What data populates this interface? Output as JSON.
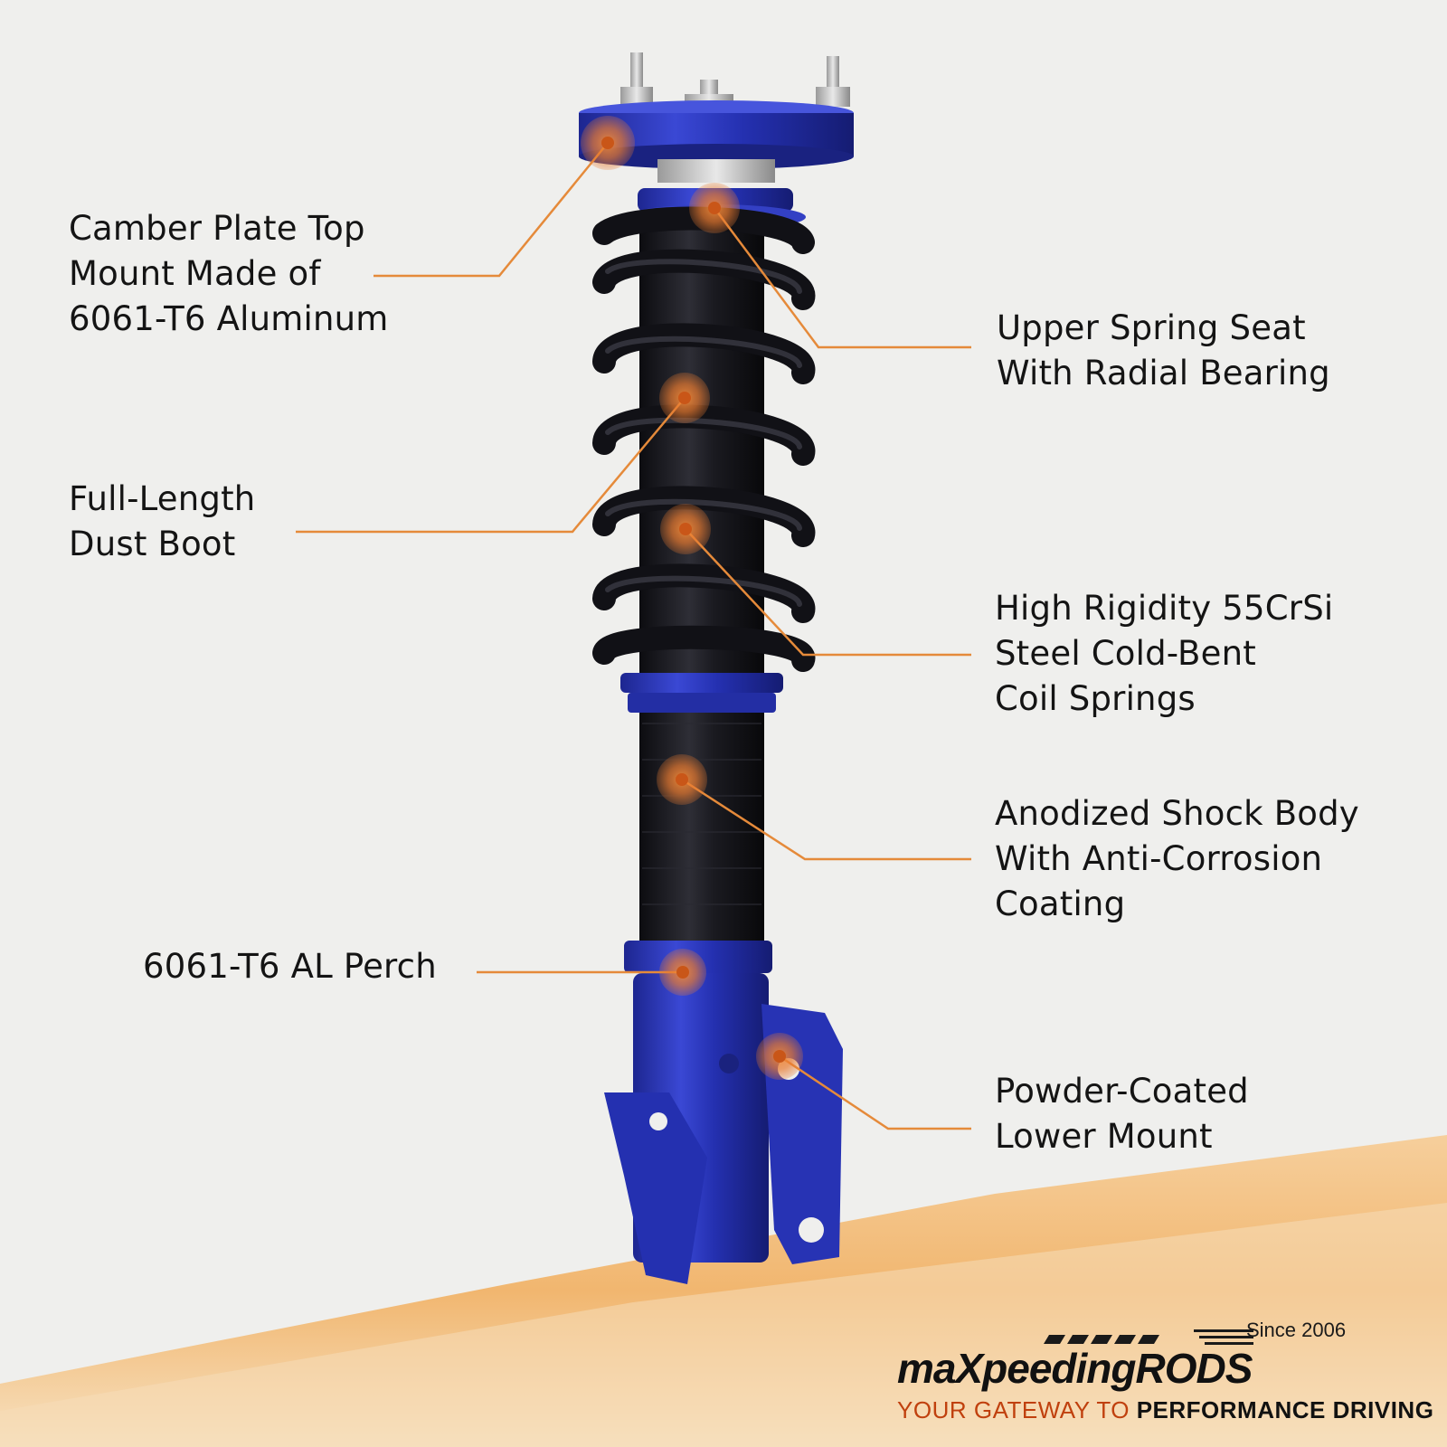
{
  "colors": {
    "background": "#efefed",
    "accent_orange": "#e07a2c",
    "leader_line": "#e58a3a",
    "coilover_blue": "#2a35b8",
    "spring_black": "#141418",
    "label_text": "#141414"
  },
  "callouts": [
    {
      "id": "camber-plate",
      "lines": [
        "Camber Plate Top",
        "Mount Made of",
        "6061-T6 Aluminum"
      ]
    },
    {
      "id": "upper-spring-seat",
      "lines": [
        "Upper Spring Seat",
        "With Radial Bearing"
      ]
    },
    {
      "id": "dust-boot",
      "lines": [
        "Full-Length",
        "Dust Boot"
      ]
    },
    {
      "id": "coil-springs",
      "lines": [
        "High Rigidity 55CrSi",
        "Steel Cold-Bent",
        "Coil Springs"
      ]
    },
    {
      "id": "shock-body",
      "lines": [
        "Anodized Shock Body",
        "With Anti-Corrosion",
        "Coating"
      ]
    },
    {
      "id": "perch",
      "lines": [
        "6061-T6 AL Perch"
      ]
    },
    {
      "id": "lower-mount",
      "lines": [
        "Powder-Coated",
        "Lower Mount"
      ]
    }
  ],
  "brand": {
    "since": "Since 2006",
    "logo_text": "maXpeedingRODS",
    "tagline_light": "YOUR GATEWAY TO",
    "tagline_bold": "PERFORMANCE DRIVING"
  }
}
